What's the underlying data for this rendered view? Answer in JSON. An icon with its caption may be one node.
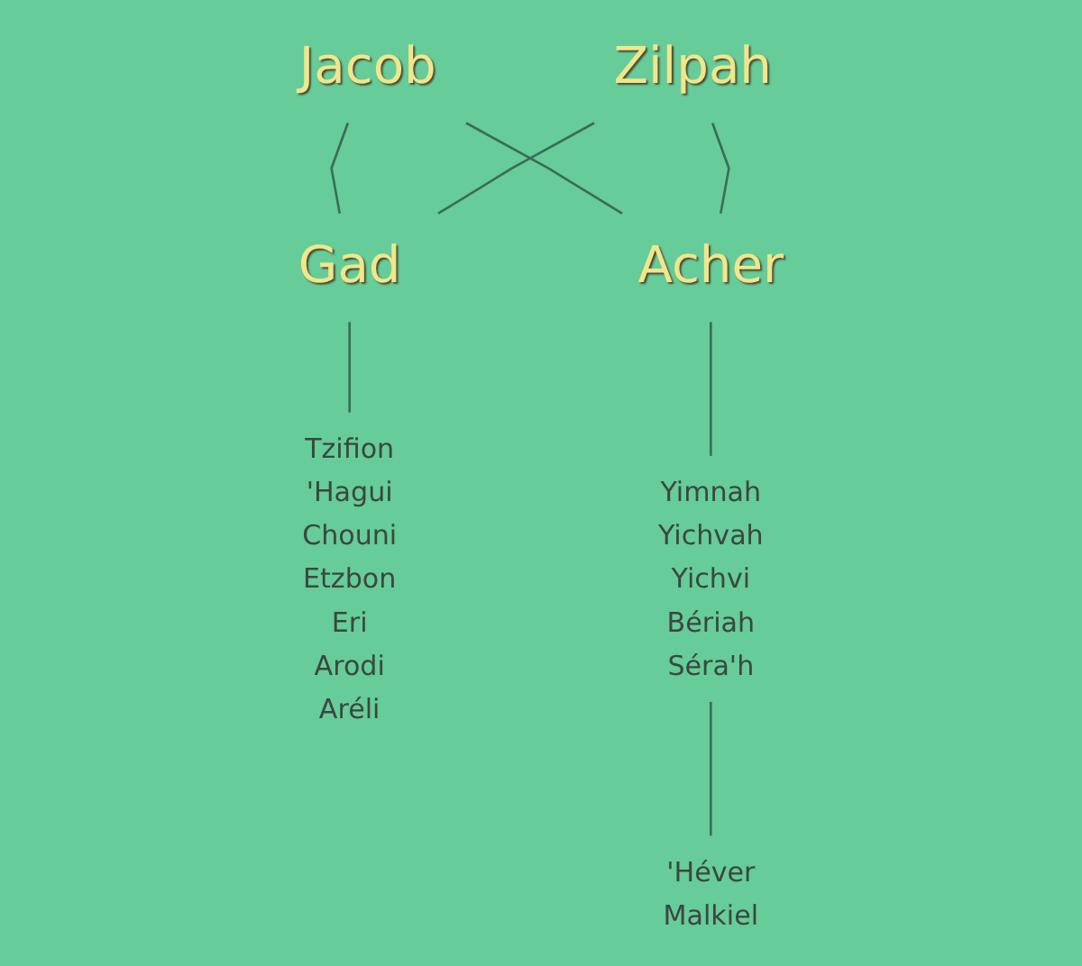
{
  "diagram": {
    "nodes": [
      {
        "text": [
          "Jacob"
        ]
      },
      {
        "text": [
          "Zilpah"
        ]
      },
      {
        "text": [
          "Gad"
        ]
      },
      {
        "text": [
          "Acher"
        ]
      },
      {
        "text": [
          "Tzifion",
          "'Hagui",
          "Chouni",
          "Etzbon",
          "Eri",
          "Arodi",
          "Aréli"
        ]
      },
      {
        "text": [
          "Yimnah",
          "Yichvah",
          "Yichvi",
          "Bériah",
          "Séra'h"
        ]
      },
      {
        "text": [
          "'Héver",
          "Malkiel"
        ]
      }
    ],
    "edges": [
      {
        "from": 0,
        "to": 2,
        "arrow": "none"
      },
      {
        "from": 1,
        "to": 2,
        "arrow": "none"
      },
      {
        "from": 0,
        "to": 3,
        "arrow": "none"
      },
      {
        "from": 1,
        "to": 3,
        "arrow": "none"
      },
      {
        "from": 2,
        "to": 4,
        "arrow": "none"
      },
      {
        "from": 3,
        "to": 5,
        "arrow": "none"
      },
      {
        "from": 5,
        "to": 6,
        "arrow": "none"
      }
    ]
  }
}
